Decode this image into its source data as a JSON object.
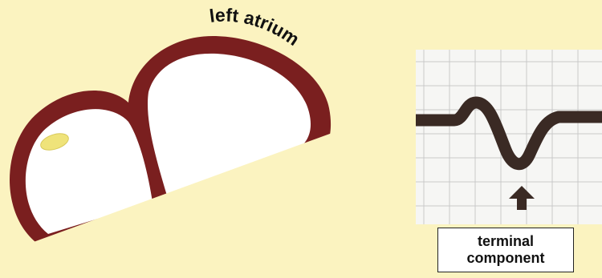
{
  "labels": {
    "left_atrium": "left atrium",
    "caption_line1": "terminal",
    "caption_line2": "component"
  },
  "colors": {
    "background": "#fbf3c0",
    "atrium_wall": "#7a1f1f",
    "chamber_fill": "#ffffff",
    "fat_spot": "#efe37a",
    "ecg_trace": "#3a2a24",
    "ecg_grid": "#c9c9c9",
    "arrow": "#3a2a24"
  },
  "icons": {
    "indicator": "up-arrow-icon"
  }
}
